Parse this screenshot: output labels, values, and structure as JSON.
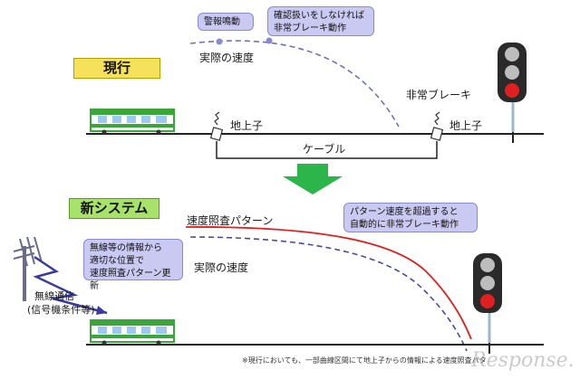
{
  "colors": {
    "current_tag_bg": "#f5e15a",
    "new_tag_bg": "#a8e26b",
    "callout_bg": "#c9c9f2",
    "pattern_curve": "#e0201e",
    "actual_curve": "#4a4a9a",
    "arrow": "#2bb54a",
    "signal_red": "#e02020",
    "train_green": "#3aa63a"
  },
  "current": {
    "tag": "現行",
    "callout_alarm": "警報鳴動",
    "callout_brake_lines": [
      "確認扱いをしなければ",
      "非常ブレーキ動作"
    ],
    "actual_speed_label": "実際の速度",
    "emergency_brake_label": "非常ブレーキ",
    "transponder_label_1": "地上子",
    "transponder_label_2": "地上子",
    "cable_label": "ケーブル"
  },
  "new_system": {
    "tag": "新システム",
    "pattern_label": "速度照査パターン",
    "actual_speed_label": "実際の速度",
    "callout_exceed_lines": [
      "パターン速度を超過すると",
      "自動的に非常ブレーキ動作"
    ],
    "callout_radio_lines": [
      "無線等の情報から",
      "適切な位置で",
      "速度照査パターン更新"
    ],
    "radio_label_lines": [
      "無線通信",
      "(信号機条件等)"
    ]
  },
  "footnote": "※現行においても、一部曲線区間にて地上子からの情報による速度照査パタ",
  "watermark": "Response."
}
